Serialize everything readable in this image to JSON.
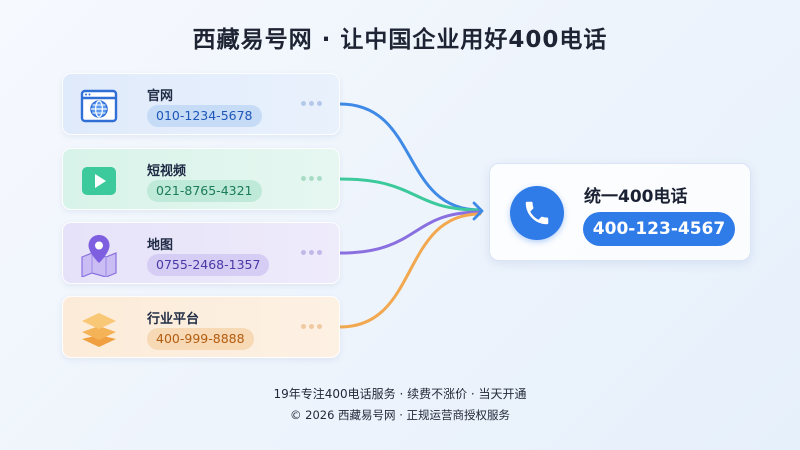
{
  "title": "西藏易号网 · 让中国企业用好400电话",
  "channels": [
    {
      "label": "官网",
      "phone": "010-1234-5678",
      "icon": "browser-globe-icon",
      "color": "#3f8ae6"
    },
    {
      "label": "短视频",
      "phone": "021-8765-4321",
      "icon": "video-play-icon",
      "color": "#3cc99b"
    },
    {
      "label": "地图",
      "phone": "0755-2468-1357",
      "icon": "map-pin-icon",
      "color": "#8a6fe0"
    },
    {
      "label": "行业平台",
      "phone": "400-999-8888",
      "icon": "layers-icon",
      "color": "#f2a84e"
    }
  ],
  "hub": {
    "label": "统一400电话",
    "phone": "400-123-4567",
    "icon": "phone-icon",
    "color": "#2f7be8"
  },
  "footer": {
    "line1": "19年专注400电话服务 · 续费不涨价 · 当天开通",
    "line2": "© 2026 西藏易号网 · 正规运营商授权服务"
  }
}
